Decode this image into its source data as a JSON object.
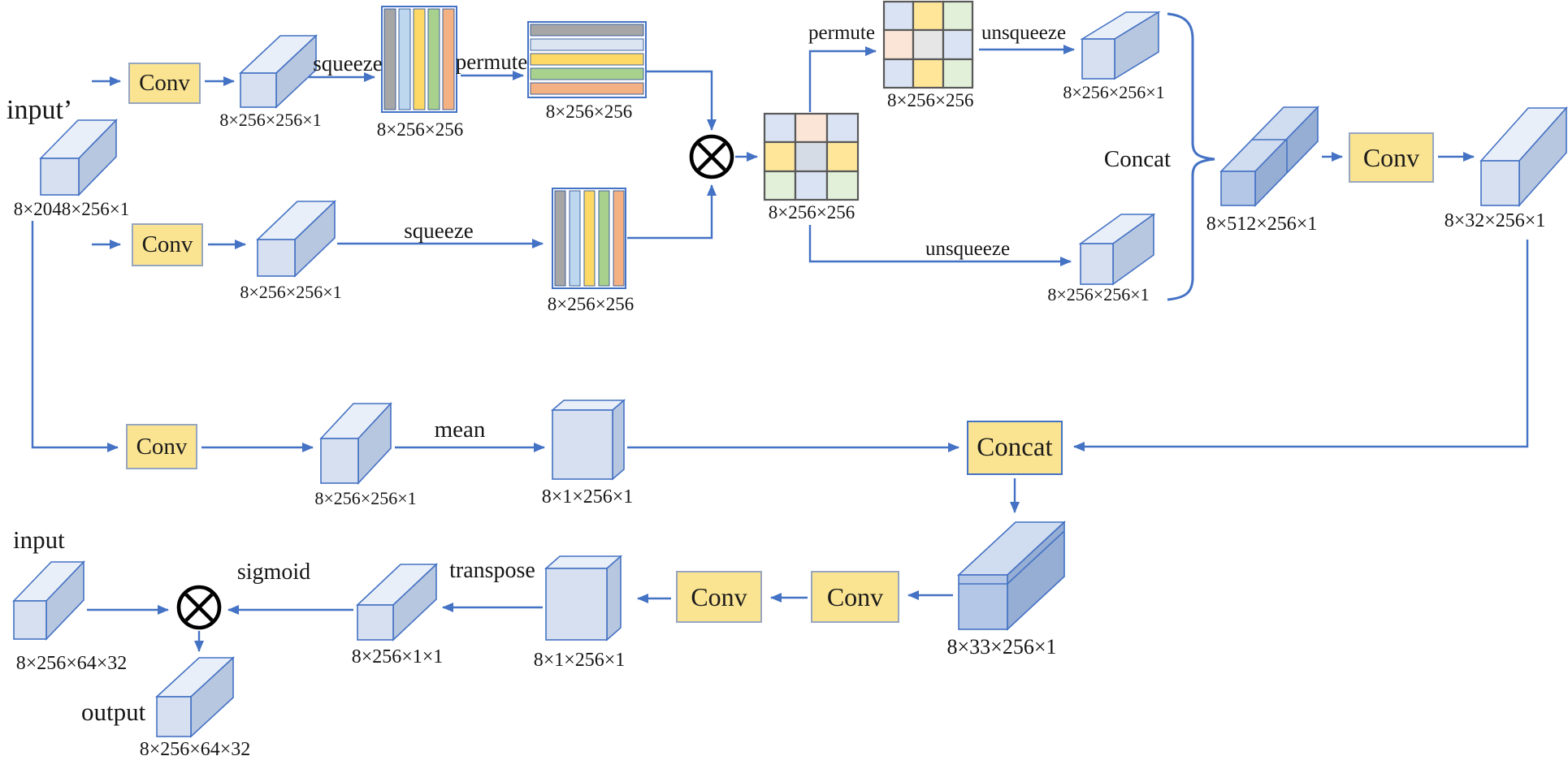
{
  "ops": {
    "conv": "Conv",
    "concat": "Concat",
    "squeeze": "squeeze",
    "permute": "permute",
    "unsqueeze": "unsqueeze",
    "mean": "mean",
    "transpose": "transpose",
    "sigmoid": "sigmoid",
    "multiply_icon": "circled-times"
  },
  "io": {
    "input_prime": "input’",
    "input": "input",
    "output": "output"
  },
  "dims": {
    "input_prime": "8×2048×256×1",
    "conv_out": "8×256×256×1",
    "squeezed": "8×256×256",
    "concat_out": "8×512×256×1",
    "conv_reduced": "8×32×256×1",
    "mean_out": "8×1×256×1",
    "concat2_out": "8×33×256×1",
    "transposed": "8×256×1×1",
    "input_output": "8×256×64×32"
  },
  "colors": {
    "arrow": "#4472c4",
    "op_fill": "#fbe491",
    "bar_front": "#d6e0f0",
    "bar_top": "#e9eff8",
    "bar_side": "#b8c7e0",
    "dark_bar_front": "#b4c7e7",
    "dark_bar_top": "#d0dcef",
    "dark_bar_side": "#96add4",
    "stripe_gray": "#a6a6a6",
    "stripe_blue": "#bdd7ee",
    "stripe_pale_blue": "#dbe5f1",
    "stripe_yellow": "#ffd966",
    "stripe_green": "#a9d18e",
    "stripe_orange": "#f4b183",
    "cell_blue": "#dae3f3",
    "cell_peach": "#fbe5d6",
    "cell_yellow": "#ffe699",
    "cell_grayblue": "#d6dce5",
    "cell_gray": "#e7e6e6",
    "cell_green": "#e2f0d9"
  }
}
